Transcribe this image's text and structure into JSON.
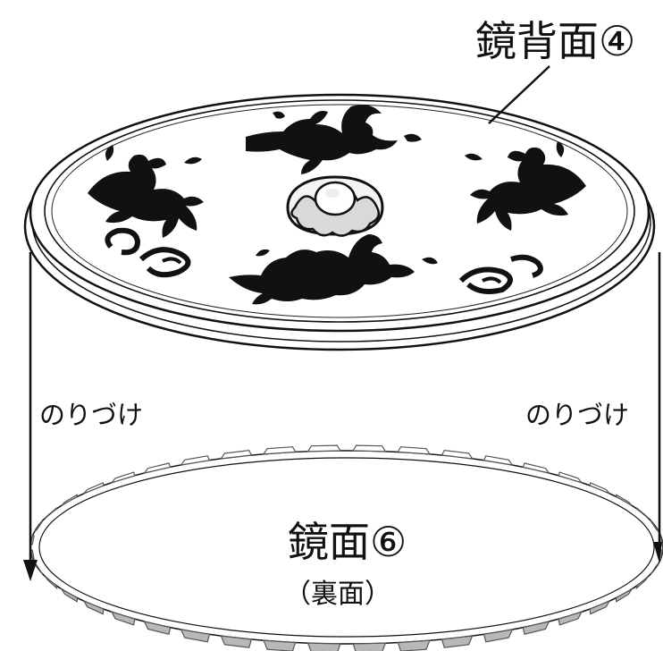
{
  "labels": {
    "mirror_back": "鏡背面④",
    "mirror_face": "鏡面⑥",
    "mirror_face_sub": "（裏面）",
    "glue_left": "のりづけ",
    "glue_right": "のりづけ"
  },
  "colors": {
    "ink": "#111111",
    "paper": "#ffffff",
    "tab_fill": "#b8b8b8",
    "tab_stroke": "#555555"
  },
  "icons": {
    "arrow": "arrow-down-icon",
    "motif": "animal-motif-icon",
    "knob": "central-knob-icon"
  }
}
